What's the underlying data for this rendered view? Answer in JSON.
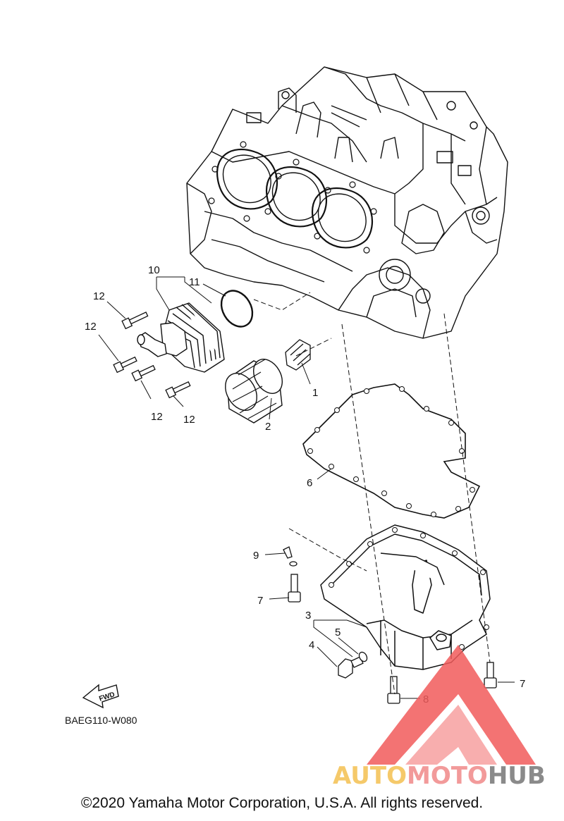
{
  "diagram_code": "BAEG110-W080",
  "direction_label": "FWD",
  "copyright": "©2020 Yamaha Motor Corporation, U.S.A. All rights reserved.",
  "watermark": {
    "part1": "AUTO",
    "part2": "MOTO",
    "part3": "HUB",
    "colors": {
      "auto": "#f5c96a",
      "moto": "#f29a9a",
      "hub": "#8a8a8a",
      "triangle": "#f15b5b"
    }
  },
  "callouts": {
    "c1": "1",
    "c2": "2",
    "c3": "3",
    "c4": "4",
    "c5": "5",
    "c6": "6",
    "c7a": "7",
    "c7b": "7",
    "c8": "8",
    "c9": "9",
    "c10": "10",
    "c11": "11",
    "c12a": "12",
    "c12b": "12",
    "c12c": "12",
    "c12d": "12"
  }
}
